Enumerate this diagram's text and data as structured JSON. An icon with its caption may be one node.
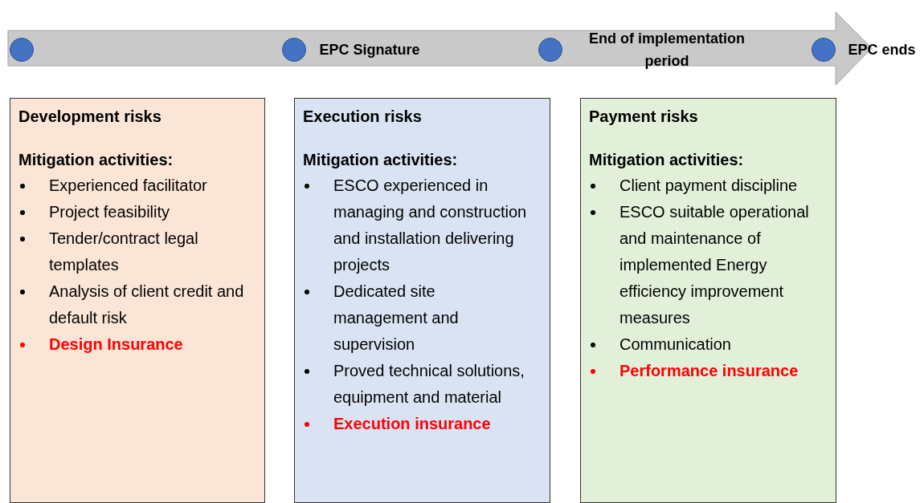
{
  "diagram": {
    "nodes": [
      {
        "text": [],
        "shape": "circle"
      },
      {
        "text": [],
        "shape": "circle",
        "beside": [
          "EPC Signature"
        ]
      },
      {
        "text": [],
        "shape": "circle",
        "beside": [
          "End of implementation period"
        ]
      },
      {
        "text": [],
        "shape": "circle",
        "beside": [
          "EPC ends"
        ]
      },
      {
        "text": [
          "Development risks",
          "Mitigation activities:",
          "Experienced facilitator",
          "Project feasibility",
          "Tender/contract legal templates",
          "Analysis of client credit and default risk",
          "Design Insurance"
        ]
      },
      {
        "text": [
          "Execution risks",
          "Mitigation activities:",
          "ESCO experienced in managing and construction and installation delivering projects",
          "Dedicated site management and supervision",
          "Proved technical solutions, equipment and material",
          "Execution insurance"
        ]
      },
      {
        "text": [
          "Payment risks",
          "Mitigation activities:",
          "Client payment discipline",
          "ESCO suitable operational and maintenance of implemented Energy efficiency improvement measures",
          "Communication",
          "Performance insurance"
        ]
      }
    ]
  }
}
